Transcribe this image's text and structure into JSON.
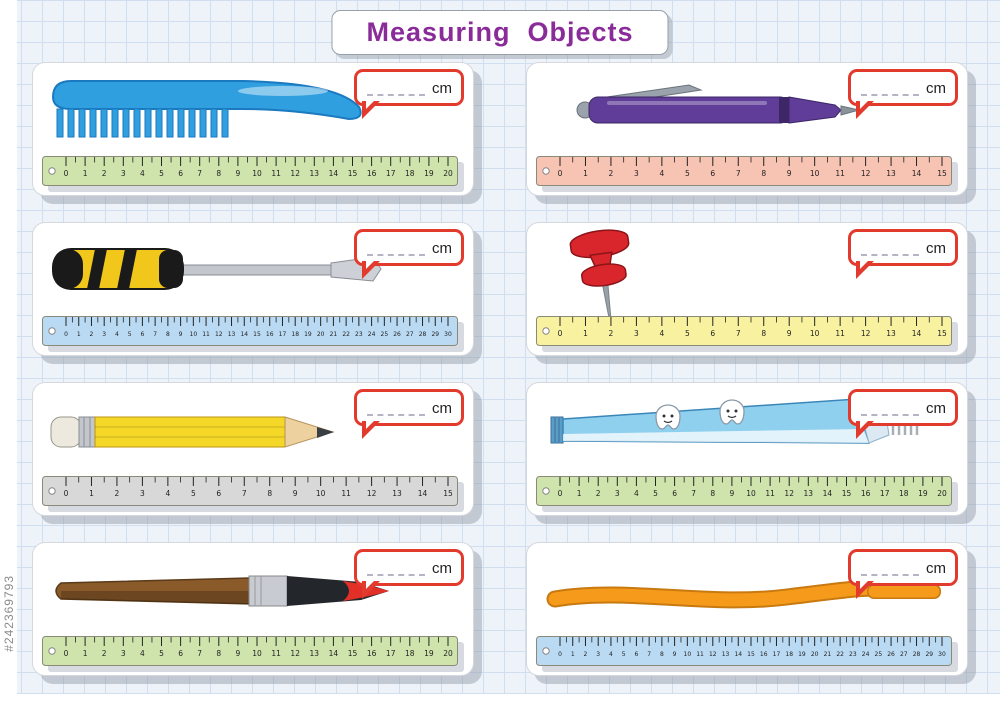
{
  "title": "Measuring  Objects",
  "watermark": "#242369793",
  "panels": [
    {
      "object": "comb",
      "object_color": "#2f9fe0",
      "bubble_label": "cm",
      "ruler": {
        "color": "#cfe4ad",
        "max": 20
      }
    },
    {
      "object": "pen",
      "object_color": "#5f3d99",
      "bubble_label": "cm",
      "ruler": {
        "color": "#f7c3b3",
        "max": 15
      }
    },
    {
      "object": "screwdriver",
      "object_color": "#f2c71c",
      "bubble_label": "cm",
      "ruler": {
        "color": "#badaf3",
        "max": 30
      }
    },
    {
      "object": "push-pin",
      "object_color": "#d8262c",
      "bubble_label": "cm",
      "ruler": {
        "color": "#f8f2a0",
        "max": 15
      }
    },
    {
      "object": "pencil",
      "object_color": "#f5d728",
      "bubble_label": "cm",
      "ruler": {
        "color": "#d8d8d8",
        "max": 15
      }
    },
    {
      "object": "toothpaste",
      "object_color": "#8fd0ef",
      "bubble_label": "cm",
      "ruler": {
        "color": "#cfe4ad",
        "max": 20
      }
    },
    {
      "object": "paintbrush",
      "object_color": "#8a5a2b",
      "bubble_label": "cm",
      "ruler": {
        "color": "#cfe4ad",
        "max": 20
      }
    },
    {
      "object": "toothbrush",
      "object_color": "#f59a1a",
      "bubble_label": "cm",
      "ruler": {
        "color": "#badaf3",
        "max": 30
      }
    }
  ]
}
